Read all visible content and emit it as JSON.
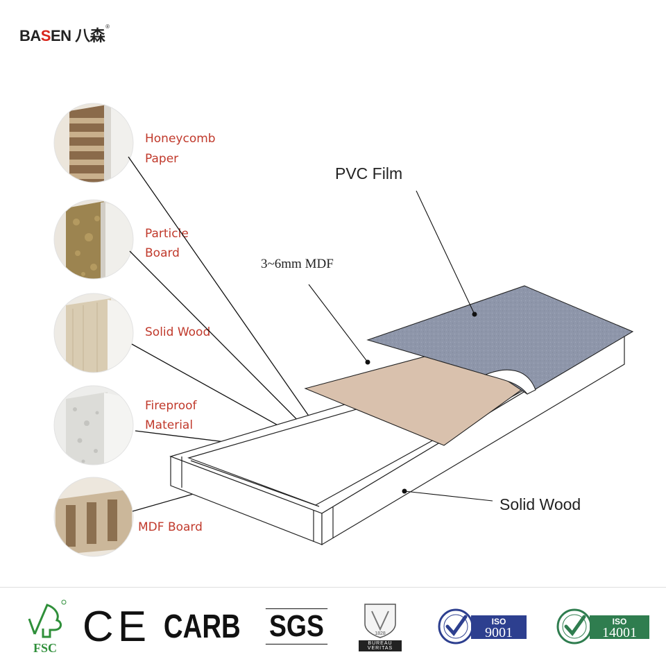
{
  "brand": {
    "name_prefix": "BA",
    "name_accent": "S",
    "name_suffix": "EN",
    "name_cn": "八森",
    "registered": "®",
    "accent_color": "#d8261c"
  },
  "core_options": [
    {
      "label_line1": "Honeycomb",
      "label_line2": "Paper"
    },
    {
      "label_line1": "Particle",
      "label_line2": "Board"
    },
    {
      "label_line1": "Solid Wood",
      "label_line2": ""
    },
    {
      "label_line1": "Fireproof",
      "label_line2": "Material"
    },
    {
      "label_line1": "MDF Board",
      "label_line2": ""
    }
  ],
  "layers": {
    "pvc_film": "PVC Film",
    "mdf": "3~6mm MDF",
    "solid_wood": "Solid Wood"
  },
  "colors": {
    "core_label": "#c0392b",
    "pvc_film": "#8f97ab",
    "mdf_layer": "#d9c1ad"
  },
  "certifications": {
    "fsc": "FSC",
    "ce": "CE",
    "carb": "CARB",
    "sgs": "SGS",
    "bureau_veritas": "BUREAU VERITAS",
    "bureau_veritas_year": "1828",
    "iso9001_top": "ISO",
    "iso9001_num": "9001",
    "iso14001_top": "ISO",
    "iso14001_num": "14001"
  }
}
